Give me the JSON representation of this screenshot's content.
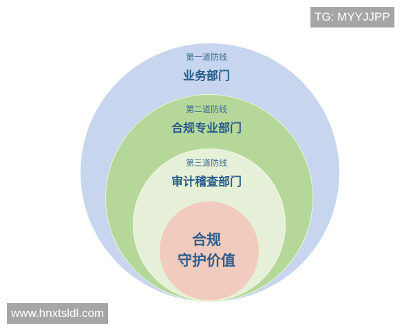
{
  "diagram": {
    "type": "nested-circles",
    "layers": [
      {
        "line": "第一道防线",
        "department": "业务部门",
        "color": "#c7d6ee"
      },
      {
        "line": "第二道防线",
        "department": "合规专业部门",
        "color": "#b5d79a"
      },
      {
        "line": "第三道防线",
        "department": "审计稽查部门",
        "color": "#e6f0d8"
      }
    ],
    "core": {
      "line1": "合规",
      "line2": "守护价值",
      "color": "#f1cbbd"
    },
    "text_color": "#2a5c8a"
  },
  "watermarks": {
    "top_right": "TG: MYYJJPP",
    "bottom_left": "www.hnxtsldl.com"
  }
}
